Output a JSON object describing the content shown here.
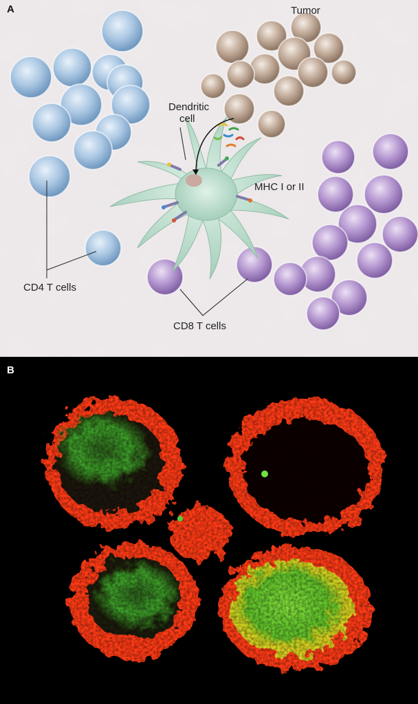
{
  "panel_a": {
    "letter": "A",
    "labels": {
      "tumor": "Tumor",
      "dendritic_line1": "Dendritic",
      "dendritic_line2": "cell",
      "mhc": "MHC I or II",
      "cd4": "CD4 T cells",
      "cd8": "CD8 T cells"
    },
    "colors": {
      "background": "#efe9e4",
      "cd4": "#8fb3d6",
      "tumor": "#b9a493",
      "cd8": "#a685c4",
      "dendritic": "#bfe0cf"
    }
  },
  "panel_b": {
    "letter": "B",
    "colors": {
      "background": "#000000",
      "membrane": "#ff3a12",
      "interior": "#3aa02a"
    }
  }
}
